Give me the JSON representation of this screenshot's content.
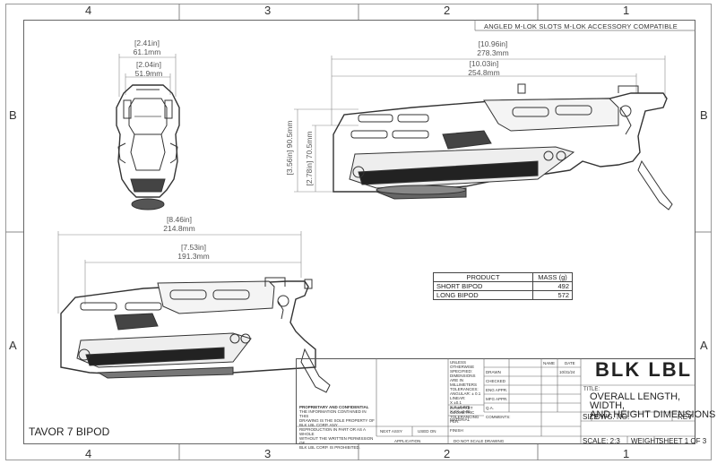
{
  "zones_top": [
    "4",
    "3",
    "2",
    "1"
  ],
  "zones_bottom": [
    "4",
    "3",
    "2",
    "1"
  ],
  "zones_left": [
    "B",
    "A"
  ],
  "zones_right": [
    "B",
    "A"
  ],
  "header_note": "ANGLED M-LOK SLOTS M-LOK ACCESSORY COMPATIBLE",
  "dims": {
    "front_width_outer_in": "[2.41in]",
    "front_width_outer_mm": "61.1mm",
    "front_width_inner_in": "[2.04in]",
    "front_width_inner_mm": "51.9mm",
    "side_long_in": "[10.96in]",
    "side_long_mm": "278.3mm",
    "side_mid_in": "[10.03in]",
    "side_mid_mm": "254.8mm",
    "height_outer_in": "[3.56in]",
    "height_outer_mm": "90.5mm",
    "height_inner_in": "[2.78in]",
    "height_inner_mm": "70.5mm",
    "short_long_in": "[8.46in]",
    "short_long_mm": "214.8mm",
    "short_mid_in": "[7.53in]",
    "short_mid_mm": "191.3mm"
  },
  "mass_table": {
    "headers": [
      "PRODUCT",
      "MASS (g)"
    ],
    "rows": [
      [
        "SHORT BIPOD",
        "492"
      ],
      [
        "LONG BIPOD",
        "572"
      ]
    ]
  },
  "part_label": "TAVOR 7 BIPOD",
  "title_block": {
    "logo": "BLK LBL",
    "title_label": "TITLE:",
    "title_lines": [
      "OVERALL LENGTH, WIDTH,",
      "AND HEIGHT DIMENSIONS"
    ],
    "size_label": "SIZE",
    "dwg_label": "DWG.  NO.",
    "rev_label": "REV",
    "scale": "SCALE: 2:3",
    "weight": "WEIGHT:",
    "sheet": "SHEET 1 OF 3",
    "name_label": "NAME",
    "date_label": "DATE",
    "drawn": "DRAWN",
    "drawn_date": "10/31/24",
    "checked": "CHECKED",
    "eng_appr": "ENG APPR.",
    "mfg_appr": "MFG APPR.",
    "qa": "Q.A.",
    "comments": "COMMENTS:",
    "tol_lines": [
      "UNLESS OTHERWISE SPECIFIED:",
      "DIMENSIONS ARE IN MILLIMETERS",
      "TOLERANCES:",
      "ANGULAR: ±  0.1",
      "LINEAR:",
      "X    ±0.1",
      "X.X  ±0.075",
      "X.XX ±0.05"
    ],
    "interp": "INTERPRET GEOMETRIC TOLERANCING PER:",
    "material": "MATERIAL",
    "finish": "FINISH",
    "next_assy": "NEXT ASSY",
    "used_on": "USED ON",
    "application": "APPLICATION",
    "no_scale": "DO NOT SCALE DRAWING",
    "prop_title": "PROPRIETARY AND CONFIDENTIAL",
    "prop_text": [
      "THE INFORMATION CONTAINED IN THIS",
      "DRAWING IS THE SOLE PROPERTY OF",
      "BLK LBL CORP.  ANY",
      "REPRODUCTION IN PART OR AS A WHOLE",
      "WITHOUT THE WRITTEN PERMISSION OF",
      "BLK LBL CORP. IS PROHIBITED."
    ]
  }
}
